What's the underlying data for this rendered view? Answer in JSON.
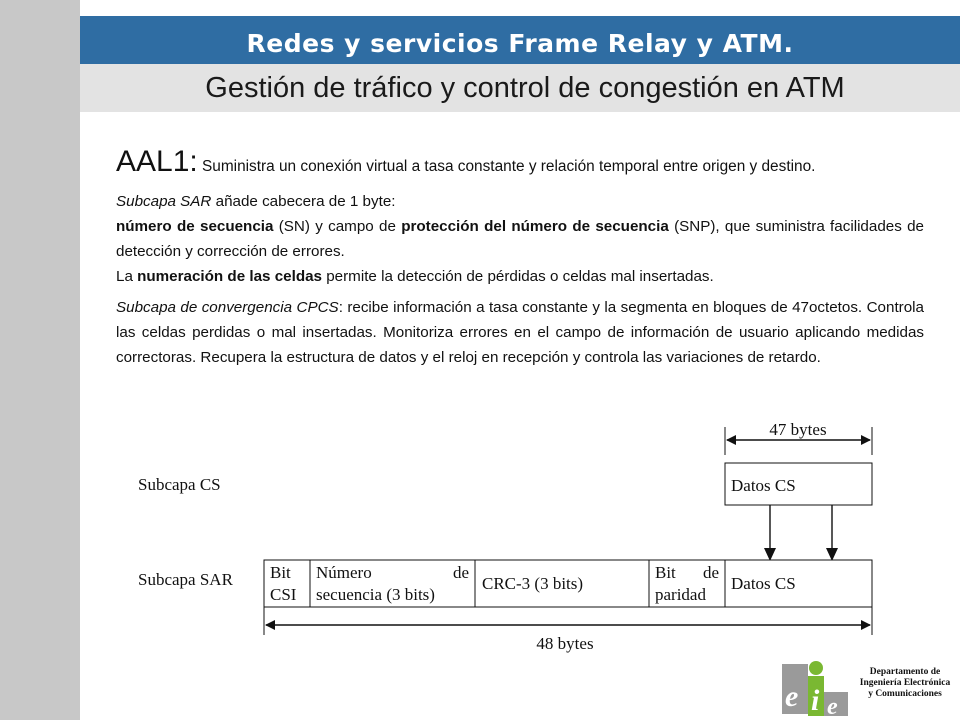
{
  "header": {
    "title": "Redes y servicios Frame Relay y ATM.",
    "subtitle": "Gestión de tráfico y control de congestión en ATM"
  },
  "content": {
    "aal_label": "AAL1:",
    "aal_desc": " Suministra un conexión virtual a tasa constante y relación temporal entre origen y destino.",
    "sar_italic": "Subcapa SAR",
    "sar_text": " añade cabecera de 1 byte:",
    "sn_bold": "número de secuencia",
    "sn_text": " (SN) y campo de ",
    "snp_bold": "protección del número de secuencia",
    "snp_text": " (SNP), que suministra facilidades de detección y corrección de errores.",
    "cells_prefix": "La ",
    "cells_bold": "numeración de las celdas",
    "cells_text": " permite la detección de pérdidas o celdas mal insertadas.",
    "cpcs_italic": "Subcapa de convergencia CPCS",
    "cpcs_text": ": recibe información a tasa constante y la segmenta en bloques de 47octetos. Controla las celdas perdidas o mal insertadas. Monitoriza errores en el campo de información de usuario aplicando medidas correctoras. Recupera la estructura de datos y el reloj en recepción y controla las variaciones de retardo."
  },
  "diagram": {
    "cs_label": "Subcapa CS",
    "sar_label": "Subcapa SAR",
    "bytes_47": "47 bytes",
    "bytes_48": "48 bytes",
    "datos_cs_top": "Datos CS",
    "datos_cs_bottom": "Datos CS",
    "bit_csi_1": "Bit",
    "bit_csi_2": "CSI",
    "numero_1a": "Número",
    "numero_1b": "de",
    "numero_2": "secuencia (3 bits)",
    "crc": "CRC-3 (3 bits)",
    "paridad_1a": "Bit",
    "paridad_1b": "de",
    "paridad_2": "paridad"
  },
  "footer": {
    "dept_1": "Departamento de",
    "dept_2": "Ingeniería Electrónica",
    "dept_3": "y Comunicaciones",
    "logo_e1": "e",
    "logo_i": "i",
    "logo_e2": "e"
  }
}
